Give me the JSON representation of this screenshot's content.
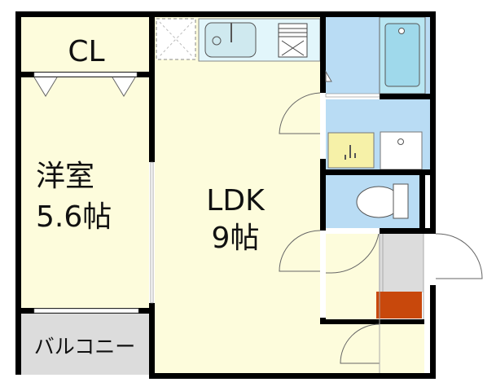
{
  "rooms": {
    "closet": {
      "label": "CL"
    },
    "western_room": {
      "name": "洋室",
      "size": "5.6帖"
    },
    "ldk": {
      "name": "LDK",
      "size": "9帖"
    },
    "balcony": {
      "label": "バルコニー"
    }
  },
  "colors": {
    "room_fill": "#fdfcdc",
    "wet_area_fill": "#b9dcf4",
    "balcony_fill": "#dcdcdc",
    "wall": "#000000",
    "accent_orange": "#c8480c"
  }
}
